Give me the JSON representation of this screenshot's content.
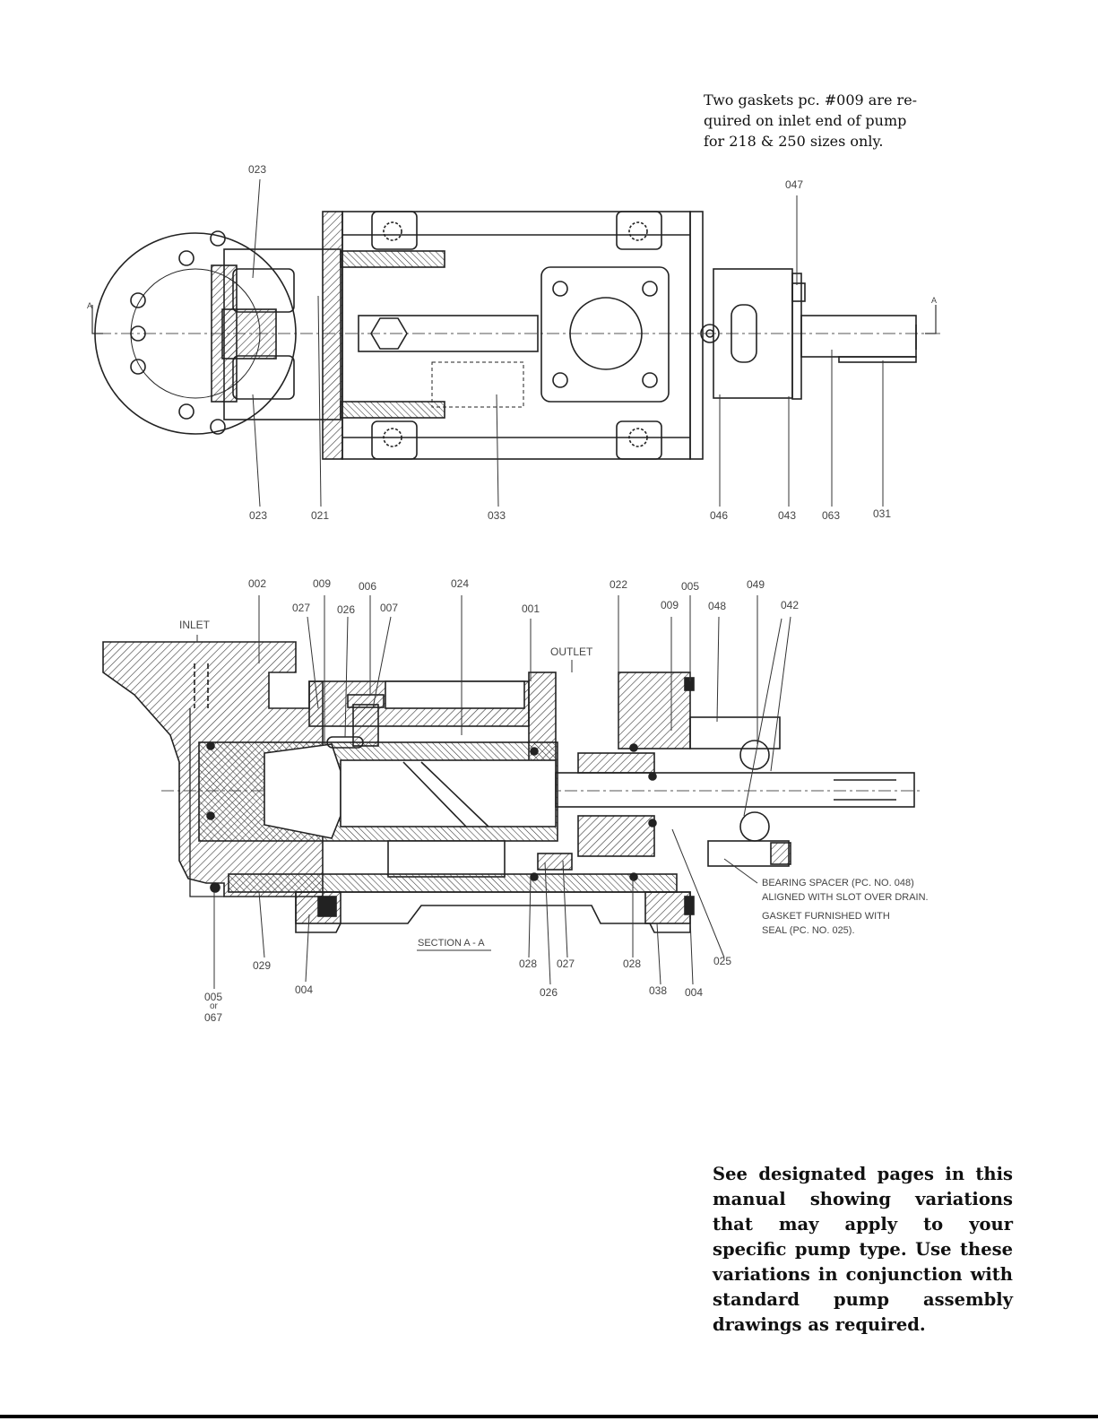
{
  "notes": {
    "top": [
      "Two gaskets pc. #009 are re-",
      "quired on inlet end of pump",
      "for 218 & 250 sizes only."
    ],
    "bottom": "See designated pages in this manual showing variations that may apply to your specific pump type. Use these variations in conjunction with standard pump assembly drawings as required."
  },
  "top_view": {
    "callouts": {
      "c023a": "023",
      "c047": "047",
      "c023b": "023",
      "c021": "021",
      "c033": "033",
      "c046": "046",
      "c043": "043",
      "c063": "063",
      "c031": "031",
      "sectionA_left": "A",
      "sectionA_right": "A"
    }
  },
  "section_view": {
    "callouts": {
      "c002": "002",
      "c009a": "009",
      "c006": "006",
      "c024": "024",
      "c022": "022",
      "c005a": "005",
      "c049": "049",
      "c027a": "027",
      "c026a": "026",
      "c007": "007",
      "c001": "001",
      "c009b": "009",
      "c048": "048",
      "c042": "042",
      "inlet": "INLET",
      "outlet": "OUTLET",
      "c029": "029",
      "c004a": "004",
      "c005b": "005",
      "c005b_or": "or",
      "c005b_alt": "067",
      "section_title": "SECTION A - A",
      "c028a": "028",
      "c027b": "027",
      "c026b": "026",
      "c028b": "028",
      "c038": "038",
      "c004b": "004",
      "c025": "025"
    },
    "notes": {
      "bearing_spacer_1": "BEARING SPACER (PC. NO. 048)",
      "bearing_spacer_2": "ALIGNED WITH SLOT OVER DRAIN.",
      "gasket_1": "GASKET FURNISHED WITH",
      "gasket_2": "SEAL (PC. NO. 025)."
    }
  }
}
